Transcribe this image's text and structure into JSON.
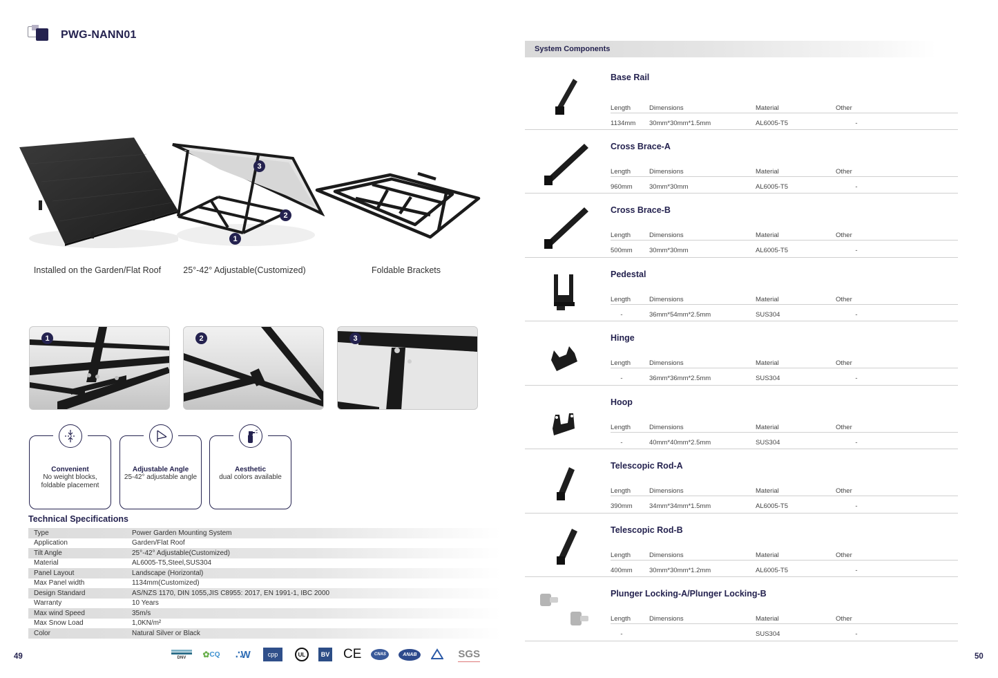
{
  "left_page": {
    "title": "PWG-NANN01",
    "page_number": "49",
    "hero_captions": [
      "Installed on the Garden/Flat Roof",
      "25°-42° Adjustable(Customized)",
      "Foldable Brackets"
    ],
    "hero_callouts": [
      "1",
      "2",
      "3"
    ],
    "detail_photos": [
      {
        "badge": "1"
      },
      {
        "badge": "2"
      },
      {
        "badge": "3"
      }
    ],
    "features": [
      {
        "icon": "compress-arrows-icon",
        "title": "Convenient",
        "desc_line1": "No weight blocks,",
        "desc_line2": "foldable placement"
      },
      {
        "icon": "angle-icon",
        "title": "Adjustable Angle",
        "desc_line1": "25-42° adjustable angle",
        "desc_line2": ""
      },
      {
        "icon": "spray-bottle-icon",
        "title": "Aesthetic",
        "desc_line1": "dual colors available",
        "desc_line2": ""
      }
    ],
    "tech_specs": {
      "heading": "Technical Specifications",
      "rows": [
        {
          "key": "Type",
          "value": "Power Garden Mounting System"
        },
        {
          "key": "Application",
          "value": "Garden/Flat Roof"
        },
        {
          "key": "Tilt Angle",
          "value": "25°-42° Adjustable(Customized)"
        },
        {
          "key": "Material",
          "value": "AL6005-T5,Steel,SUS304"
        },
        {
          "key": "Panel Layout",
          "value": "Landscape (Horizontal)"
        },
        {
          "key": "Max Panel width",
          "value": "1134mm(Customized)"
        },
        {
          "key": "Design Standard",
          "value": "AS/NZS 1170, DIN 1055,JIS C8955: 2017, EN 1991-1, IBC 2000"
        },
        {
          "key": "Warranty",
          "value": "10 Years"
        },
        {
          "key": "Max wind Speed",
          "value": "35m/s"
        },
        {
          "key": "Max Snow Load",
          "value": "1,0KN/m²"
        },
        {
          "key": "Color",
          "value": "Natural Silver or Black"
        }
      ]
    },
    "certifications": [
      "DNV",
      "CQC",
      "SW",
      "cpp",
      "UL",
      "BV",
      "CE",
      "CNAS",
      "ANAB",
      "TÜV Rheinland",
      "SGS"
    ]
  },
  "right_page": {
    "page_number": "50",
    "section_title": "System Components",
    "column_headers": {
      "length": "Length",
      "dimensions": "Dimensions",
      "material": "Material",
      "other": "Other"
    },
    "components": [
      {
        "name": "Base Rail",
        "length": "1134mm",
        "dimensions": "30mm*30mm*1.5mm",
        "material": "AL6005-T5",
        "other": "-"
      },
      {
        "name": "Cross Brace-A",
        "length": "960mm",
        "dimensions": "30mm*30mm",
        "material": "AL6005-T5",
        "other": "-"
      },
      {
        "name": "Cross Brace-B",
        "length": "500mm",
        "dimensions": "30mm*30mm",
        "material": "AL6005-T5",
        "other": "-"
      },
      {
        "name": "Pedestal",
        "length": "-",
        "dimensions": "36mm*54mm*2.5mm",
        "material": "SUS304",
        "other": "-"
      },
      {
        "name": "Hinge",
        "length": "-",
        "dimensions": "36mm*36mm*2.5mm",
        "material": "SUS304",
        "other": "-"
      },
      {
        "name": "Hoop",
        "length": "-",
        "dimensions": "40mm*40mm*2.5mm",
        "material": "SUS304",
        "other": "-"
      },
      {
        "name": "Telescopic Rod-A",
        "length": "390mm",
        "dimensions": "34mm*34mm*1.5mm",
        "material": "AL6005-T5",
        "other": "-"
      },
      {
        "name": "Telescopic Rod-B",
        "length": "400mm",
        "dimensions": "30mm*30mm*1.2mm",
        "material": "AL6005-T5",
        "other": "-"
      },
      {
        "name": "Plunger Locking-A/Plunger Locking-B",
        "length": "-",
        "dimensions": "",
        "material": "SUS304",
        "other": "-"
      }
    ]
  }
}
